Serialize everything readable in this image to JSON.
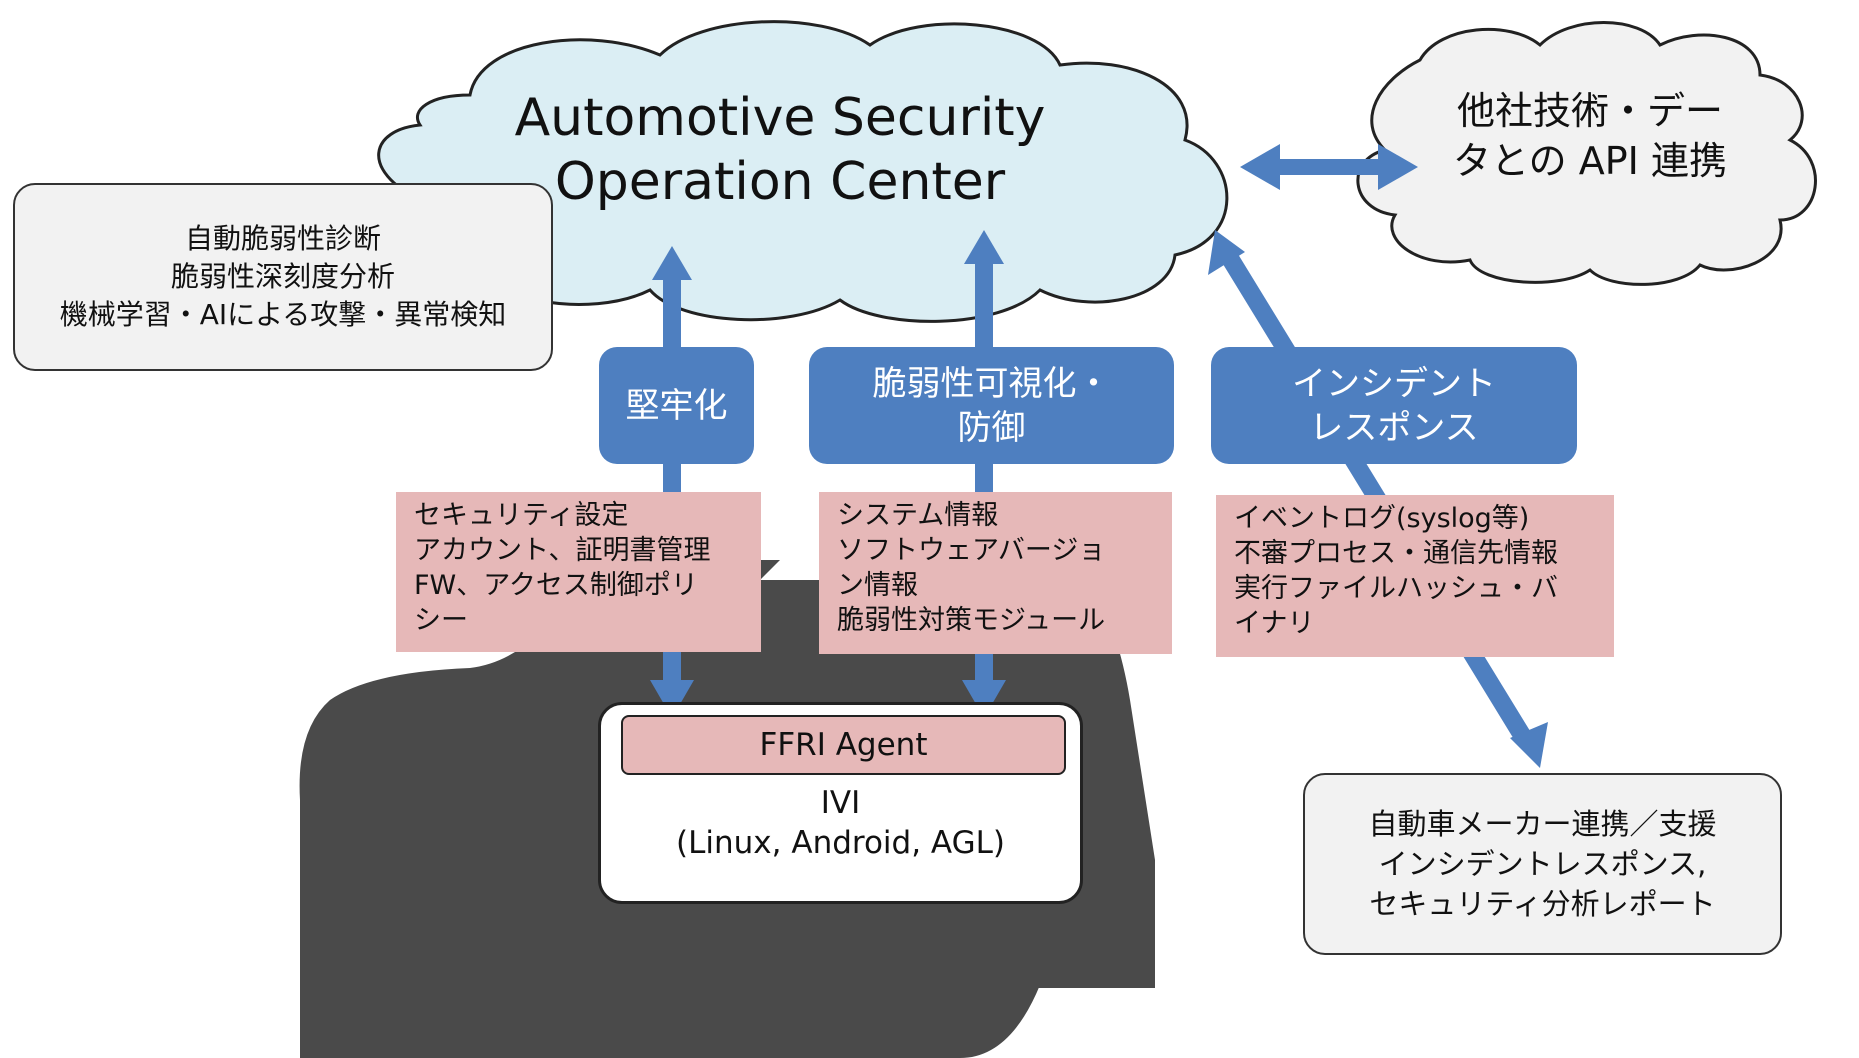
{
  "center_cloud": {
    "line1": "Automotive Security",
    "line2": "Operation Center"
  },
  "partner_cloud": {
    "line1": "他社技術・デー",
    "line2": "タとの API 連携"
  },
  "analysis_box": {
    "lines": [
      "自動脆弱性診断",
      "脆弱性深刻度分析",
      "機械学習・AIによる攻撃・異常検知"
    ]
  },
  "blue_labels": {
    "hardening": [
      "堅牢化"
    ],
    "visibility": [
      "脆弱性可視化・",
      "防御"
    ],
    "incident": [
      "インシデント",
      "レスポンス"
    ]
  },
  "pink_boxes": {
    "security_settings": [
      "セキュリティ設定",
      "アカウント、証明書管理",
      "FW、アクセス制御ポリ",
      "シー"
    ],
    "system_info": [
      "システム情報",
      "ソフトウェアバージョ",
      "ン情報",
      "脆弱性対策モジュール"
    ],
    "event_log": [
      "イベントログ(syslog等)",
      "不審プロセス・通信先情報",
      "実行ファイルハッシュ・バ",
      "イナリ"
    ]
  },
  "agent": {
    "label": "FFRI Agent"
  },
  "ivi": {
    "line1": "IVI",
    "line2": "(Linux, Android, AGL)"
  },
  "support_box": {
    "lines": [
      "自動車メーカー連携／支援",
      "インシデントレスポンス,",
      "セキュリティ分析レポート"
    ]
  },
  "colors": {
    "arrow": "#4e7fc0",
    "cloud_fill": "#dbeef4",
    "partner_fill": "#f2f2f2",
    "car": "#4a4a4a",
    "pink": "#e6b8b8"
  }
}
